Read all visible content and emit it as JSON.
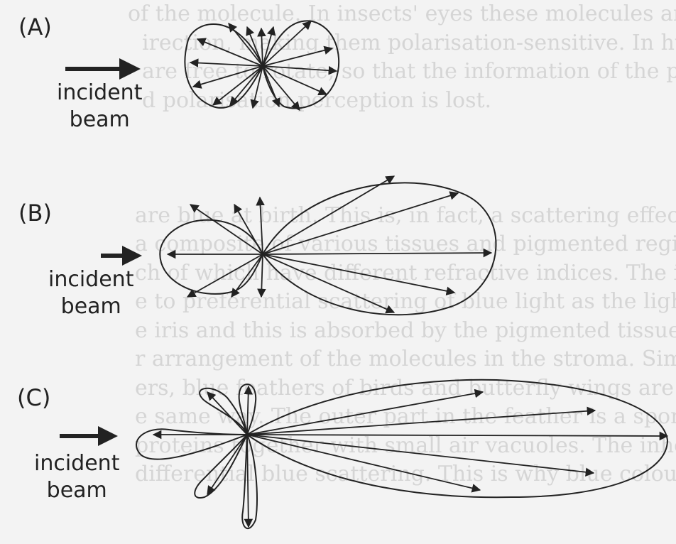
{
  "panels": [
    {
      "label": "(A)",
      "beam_label_line1": "incident",
      "beam_label_line2": "beam"
    },
    {
      "label": "(B)",
      "beam_label_line1": "incident",
      "beam_label_line2": "beam"
    },
    {
      "label": "(C)",
      "beam_label_line1": "incident",
      "beam_label_line2": "beam"
    }
  ],
  "background_text": [
    "of the molecule. In insects' eyes these molecules are ali",
    "irection, making them polarisation-sensitive. In human",
    "are free to rotate, so that the information of the polarised a",
    "d polarisation perception is lost.",
    "",
    "",
    "",
    "are blue at birth. This is, in fact, a scattering effect. Th",
    "a composite of various tissues and pigmented regions a",
    "ch of which have different refractive indices. The informa",
    "e to preferential scattering of blue light as the light reach",
    "e iris and this is absorbed by the pigmented tissues, cau",
    "r arrangement of the molecules in the stroma. Similar pr",
    "ers, blue feathers of birds and butterfly wings are o",
    "e same way. The outer part in the feather is a spongy struct",
    "proteins together with small air vacuoles. The inherent",
    "differential blue scattering. This is why blue colour ..."
  ],
  "colors": {
    "ink": "#222222",
    "background": "#f3f3f3"
  }
}
